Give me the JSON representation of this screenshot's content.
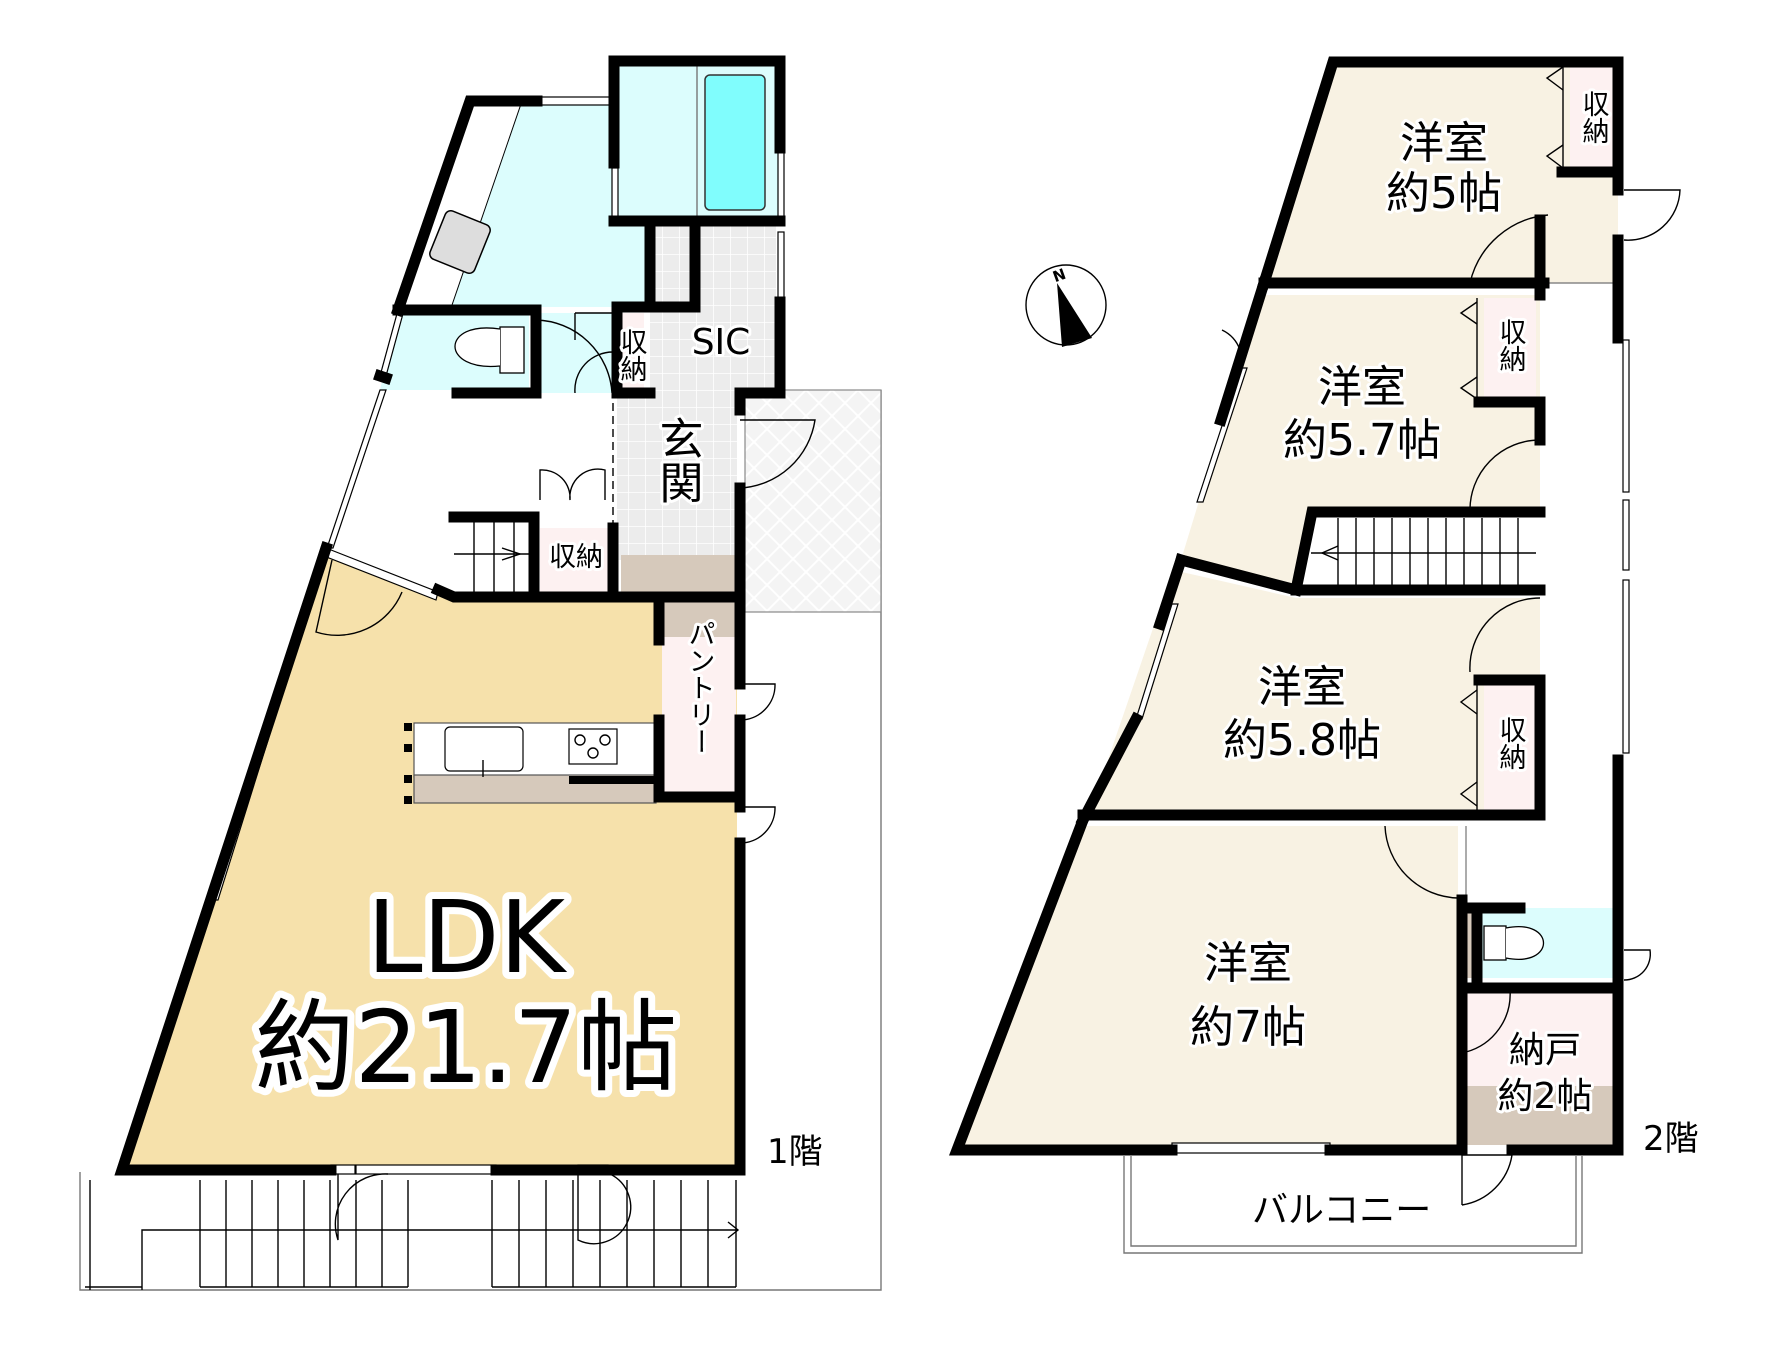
{
  "plan": {
    "colors": {
      "ldk_floor": "#f6e1ab",
      "bedroom_floor": "#f8f2e3",
      "wet_area": "#dcfdfd",
      "bathtub": "#80fdfd",
      "storage": "#fdf1f1",
      "entrance_tile": "#ececec",
      "step": "#d6c9bb",
      "porch": "#f4f4f4",
      "wall": "#000000"
    },
    "floor1": {
      "floor_label": "1階",
      "rooms": {
        "ldk_name": "LDK",
        "ldk_size": "約21.7帖",
        "pantry": "パントリー",
        "sic": "SIC",
        "entrance": "玄関",
        "storage_toilet": "収納",
        "storage_stairs": "収納"
      }
    },
    "floor2": {
      "floor_label": "2階",
      "rooms": {
        "room1_name": "洋室",
        "room1_size": "約5帖",
        "room1_storage": "収納",
        "room2_name": "洋室",
        "room2_size": "約5.7帖",
        "room2_storage": "収納",
        "room3_name": "洋室",
        "room3_size": "約5.8帖",
        "room3_storage": "収納",
        "room4_name": "洋室",
        "room4_size": "約7帖",
        "closet_name": "納戸",
        "closet_size": "約2帖",
        "balcony": "バルコニー"
      }
    },
    "compass": {
      "label": "N"
    }
  }
}
